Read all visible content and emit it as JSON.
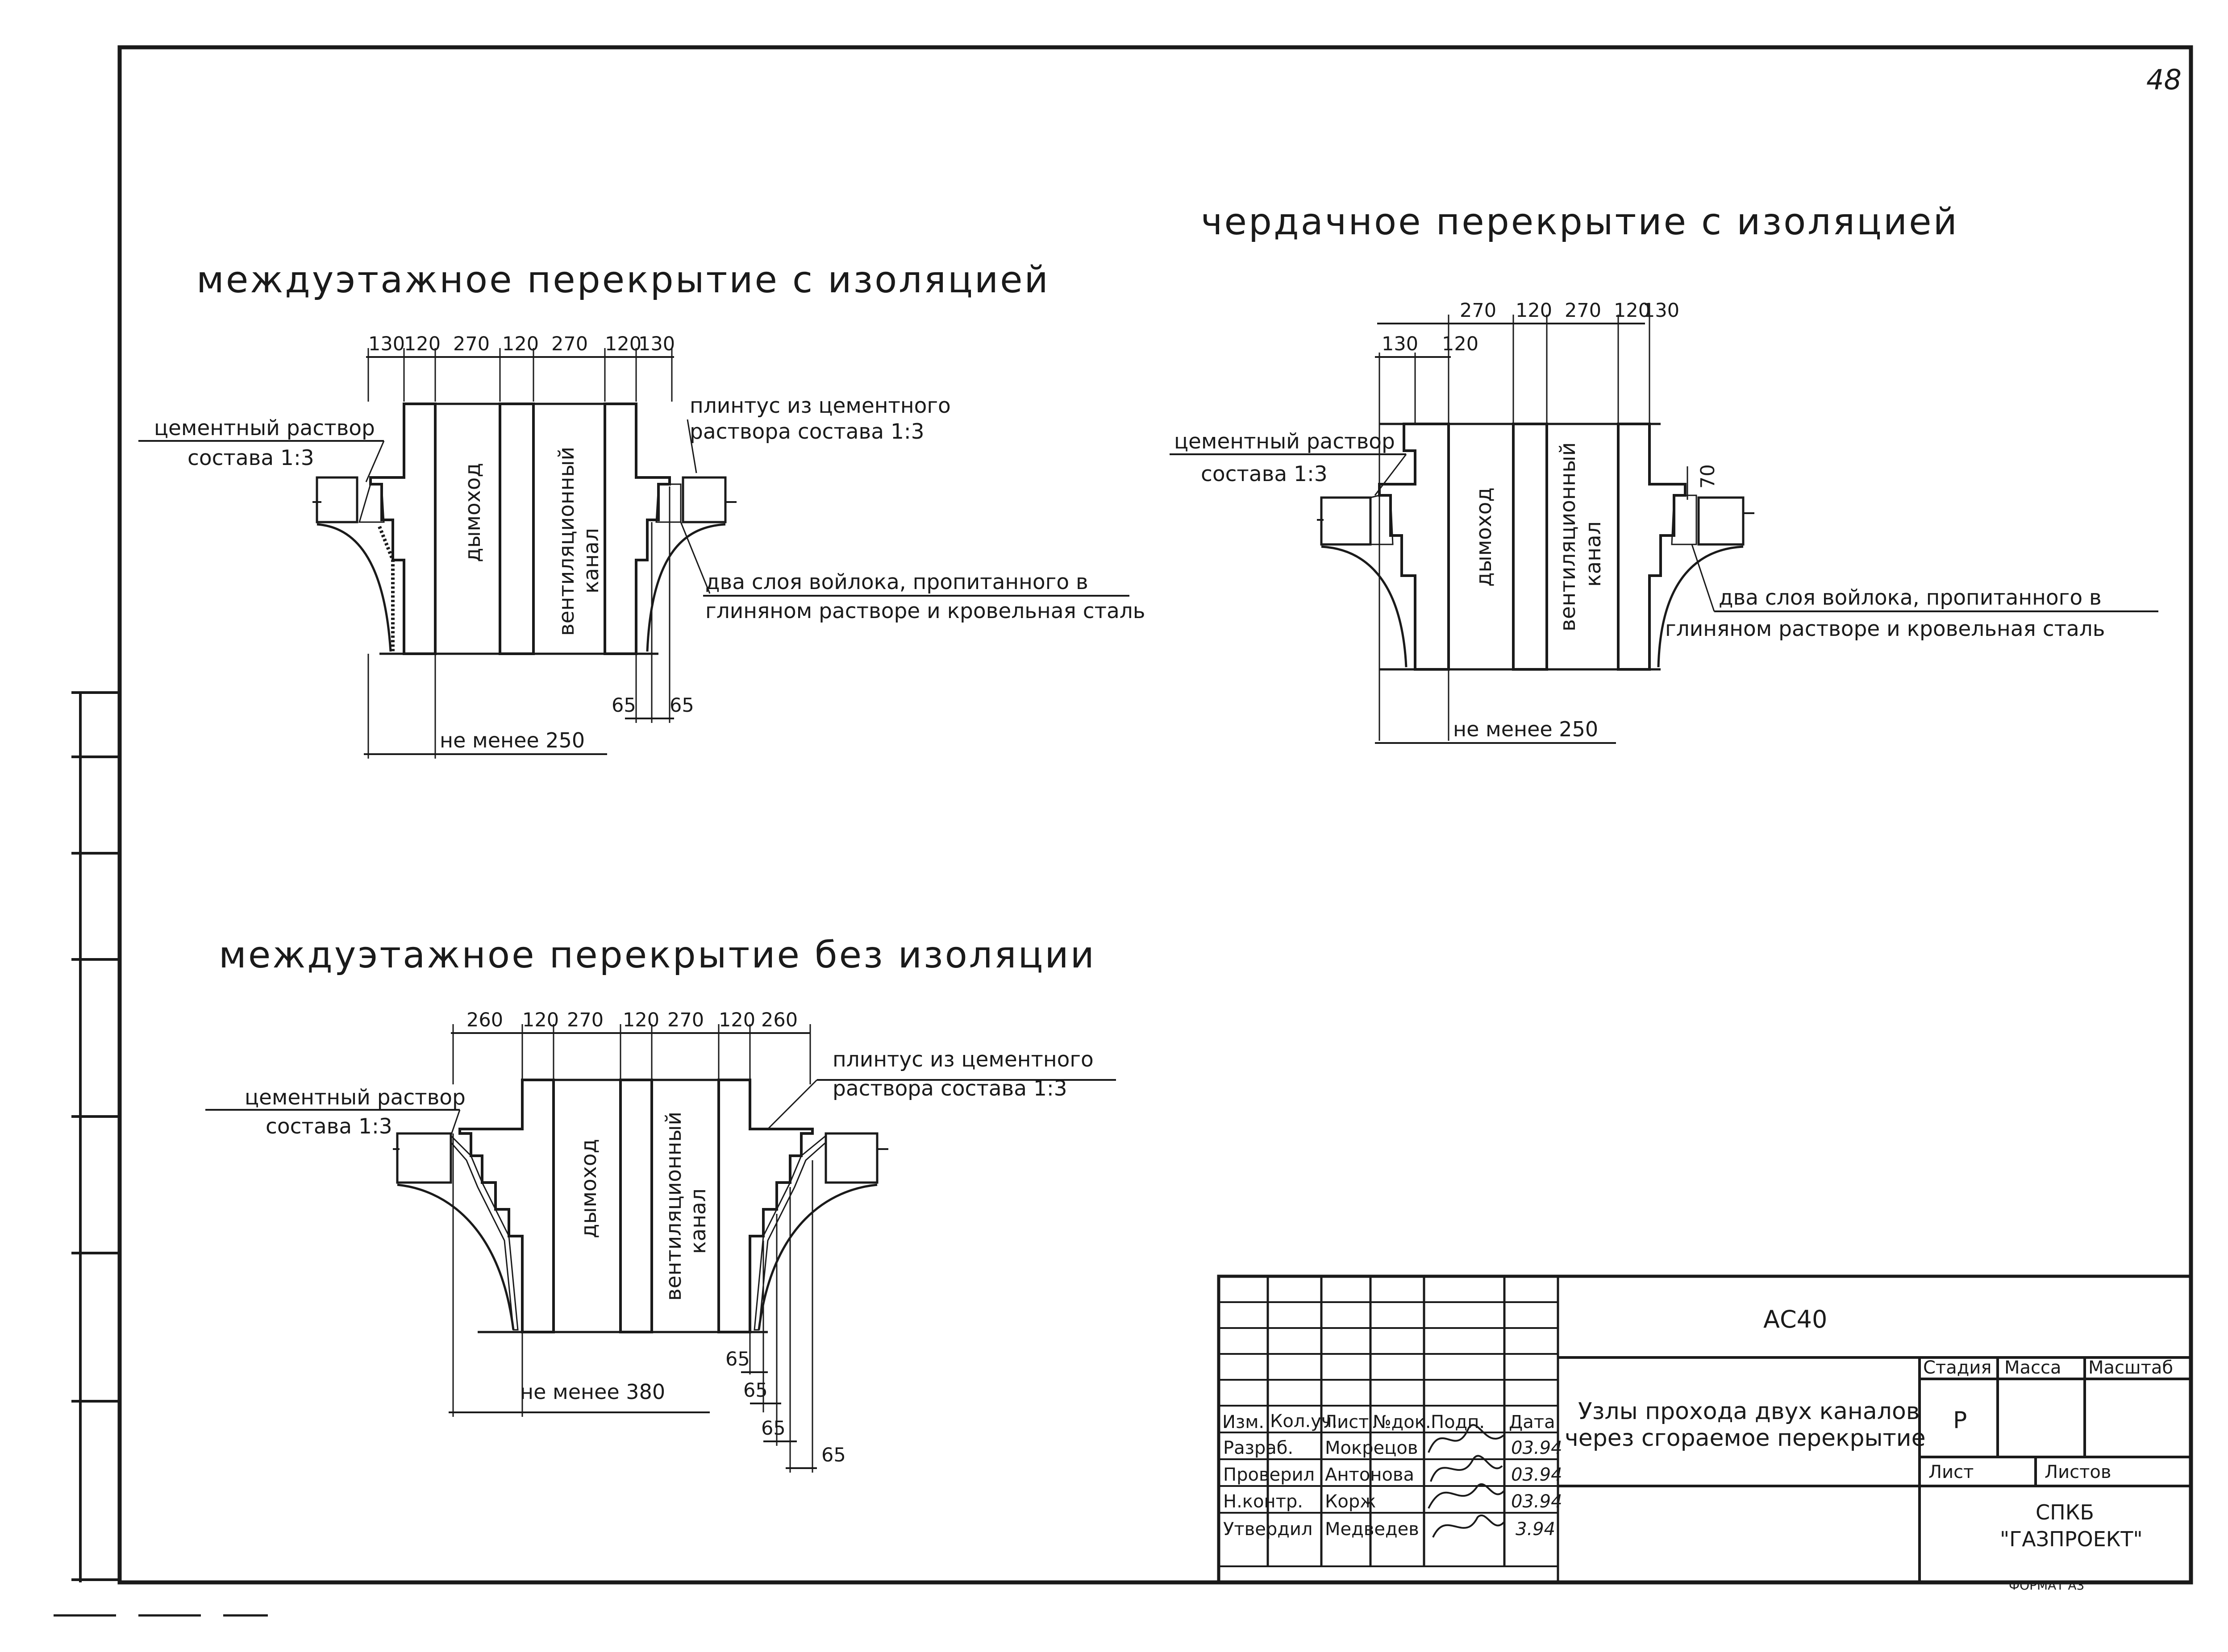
{
  "sheet": {
    "page_number": "48",
    "format_label": "ФОРМАТ А3"
  },
  "details": {
    "interfloor_insulated": {
      "title": "междуэтажное перекрытие с изоляцией",
      "dims_top": [
        "130",
        "120",
        "270",
        "120",
        "270",
        "120",
        "130"
      ],
      "label_mortar_1": "цементный раствор",
      "label_mortar_2": "состава 1:3",
      "label_plinth_1": "плинтус из цементного",
      "label_plinth_2": "раствора состава 1:3",
      "label_felt_1": "два слоя войлока, пропитанного в",
      "label_felt_2": "глиняном растворе и кровельная сталь",
      "chimney": "дымоход",
      "vent_1": "вентиляционный",
      "vent_2": "канал",
      "dim_65a": "65",
      "dim_65b": "65",
      "min_width": "не менее 250"
    },
    "attic_insulated": {
      "title": "чердачное перекрытие с изоляцией",
      "dims_top": [
        "270",
        "120",
        "270",
        "120",
        "130"
      ],
      "dim_130": "130",
      "dim_120": "120",
      "dim_70": "70",
      "label_mortar_1": "цементный раствор",
      "label_mortar_2": "состава 1:3",
      "label_felt_1": "два слоя войлока, пропитанного в",
      "label_felt_2": "глиняном растворе и кровельная сталь",
      "chimney": "дымоход",
      "vent_1": "вентиляционный",
      "vent_2": "канал",
      "min_width": "не менее 250"
    },
    "interfloor_uninsulated": {
      "title": "междуэтажное перекрытие без изоляции",
      "dims_top": [
        "260",
        "120",
        "270",
        "120",
        "270",
        "120",
        "260"
      ],
      "label_mortar_1": "цементный раствор",
      "label_mortar_2": "состава 1:3",
      "label_plinth_1": "плинтус из цементного",
      "label_plinth_2": "раствора состава 1:3",
      "chimney": "дымоход",
      "vent_1": "вентиляционный",
      "vent_2": "канал",
      "dims_65": [
        "65",
        "65",
        "65",
        "65"
      ],
      "min_width": "не менее 380"
    }
  },
  "title_block": {
    "code": "АС40",
    "name_1": "Узлы прохода двух каналов",
    "name_2": "через сгораемое перекрытие",
    "headers": [
      "Изм.",
      "Кол.уч.",
      "Лист",
      "№док.",
      "Подп.",
      "Дата"
    ],
    "rows": [
      {
        "role": "Разраб.",
        "person": "Мокрецов",
        "date": "03.94"
      },
      {
        "role": "Проверил",
        "person": "Антонова",
        "date": "03.94"
      },
      {
        "role": "Н.контр.",
        "person": "Корж",
        "date": "03.94"
      },
      {
        "role": "Утвердил",
        "person": "Медведев",
        "date": "3.94"
      }
    ],
    "stage_header": "Стадия",
    "mass_header": "Масса",
    "scale_header": "Масштаб",
    "stage_value": "Р",
    "sheet_header": "Лист",
    "sheets_header": "Листов",
    "org_1": "СПКБ",
    "org_2": "\"ГАЗПРОЕКТ\""
  }
}
